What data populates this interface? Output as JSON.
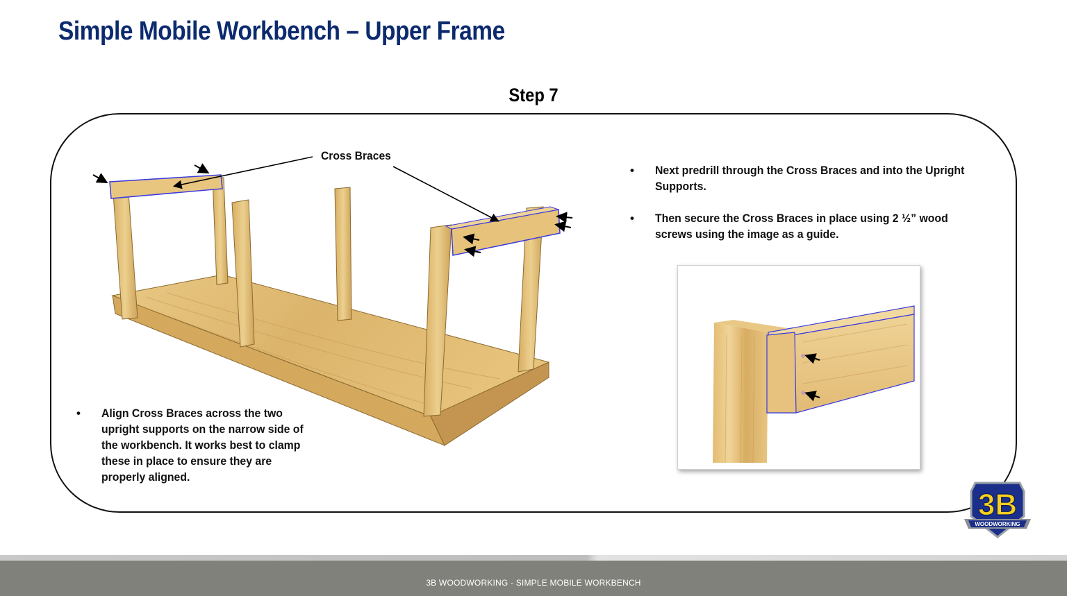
{
  "title": "Simple Mobile Workbench – Upper Frame",
  "step": "Step 7",
  "cross_braces_label": "Cross Braces",
  "left_bullets": [
    "Align Cross Braces across the two upright supports on the narrow side of the workbench.  It works best to clamp these in place to ensure they are properly aligned."
  ],
  "right_bullets": [
    "Next predrill through the Cross Braces and into the Upright Supports.",
    "Then secure the Cross Braces in place using 2 ½” wood screws using the image as a guide."
  ],
  "bullet_glyph": "•",
  "logo": {
    "brand": "3B",
    "sub": "WOODWORKING"
  },
  "footer": "3B WOODWORKING - SIMPLE MOBILE WORKBENCH",
  "colors": {
    "title": "#0c2a6e",
    "wood": "#e2bd77",
    "wood_dark": "#c99a52",
    "brace_edge": "#3a3ae0",
    "footer_bg": "#7f817a",
    "logo_blue": "#1b2f8a",
    "logo_yellow": "#f4cf1f"
  },
  "icons": [
    "arrow-icon",
    "bullet-icon",
    "logo-badge-icon"
  ]
}
